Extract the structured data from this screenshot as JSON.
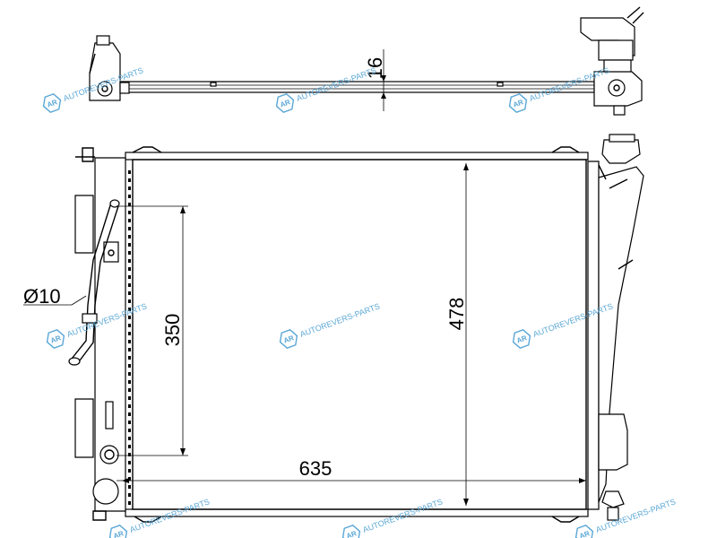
{
  "dimensions": {
    "top_thickness": "16",
    "core_height": "350",
    "overall_height": "478",
    "width": "635",
    "pipe_diameter": "Ø10"
  },
  "watermark": {
    "logo": "AR",
    "text": "AUTOREVERS-PARTS",
    "color": "#5aa7d6"
  }
}
